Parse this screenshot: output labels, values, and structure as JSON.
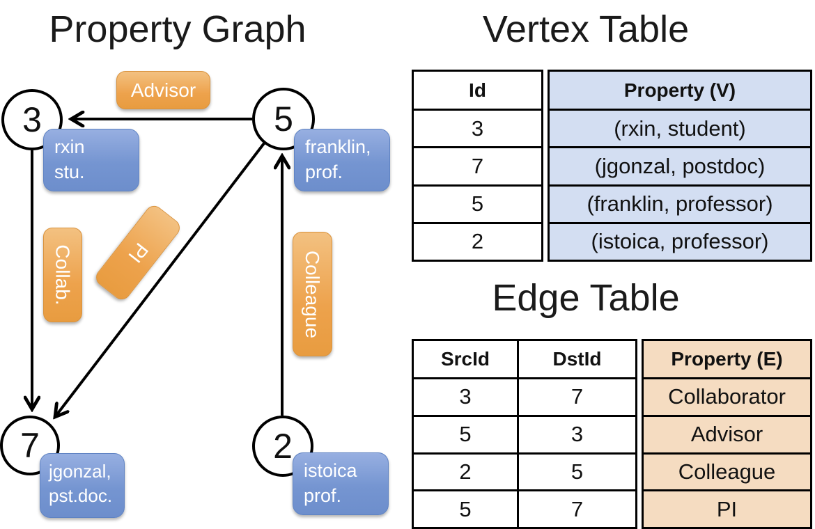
{
  "graph": {
    "title": "Property Graph",
    "nodes": {
      "n3": {
        "id": "3",
        "line1": "rxin",
        "line2": "stu."
      },
      "n5": {
        "id": "5",
        "line1": "franklin,",
        "line2": "prof."
      },
      "n7": {
        "id": "7",
        "line1": "jgonzal,",
        "line2": "pst.doc."
      },
      "n2": {
        "id": "2",
        "line1": "istoica",
        "line2": "prof."
      }
    },
    "edge_labels": {
      "advisor": "Advisor",
      "collab": "Collab.",
      "pi": "PI",
      "colleague": "Colleague"
    }
  },
  "vertex_table": {
    "title": "Vertex Table",
    "columns": {
      "id": "Id",
      "property": "Property (V)"
    },
    "rows": [
      {
        "id": "3",
        "property": "(rxin, student)"
      },
      {
        "id": "7",
        "property": "(jgonzal, postdoc)"
      },
      {
        "id": "5",
        "property": "(franklin, professor)"
      },
      {
        "id": "2",
        "property": "(istoica, professor)"
      }
    ]
  },
  "edge_table": {
    "title": "Edge Table",
    "columns": {
      "src": "SrcId",
      "dst": "DstId",
      "property": "Property (E)"
    },
    "rows": [
      {
        "src": "3",
        "dst": "7",
        "property": "Collaborator"
      },
      {
        "src": "5",
        "dst": "3",
        "property": "Advisor"
      },
      {
        "src": "2",
        "dst": "5",
        "property": "Colleague"
      },
      {
        "src": "5",
        "dst": "7",
        "property": "PI"
      }
    ]
  },
  "colors": {
    "node_label_blue": "#7E9CD6",
    "edge_label_orange": "#ECA24C",
    "vertex_property_fill": "#D3DEF2",
    "edge_property_fill": "#F5DCC1",
    "line_black": "#000000"
  }
}
